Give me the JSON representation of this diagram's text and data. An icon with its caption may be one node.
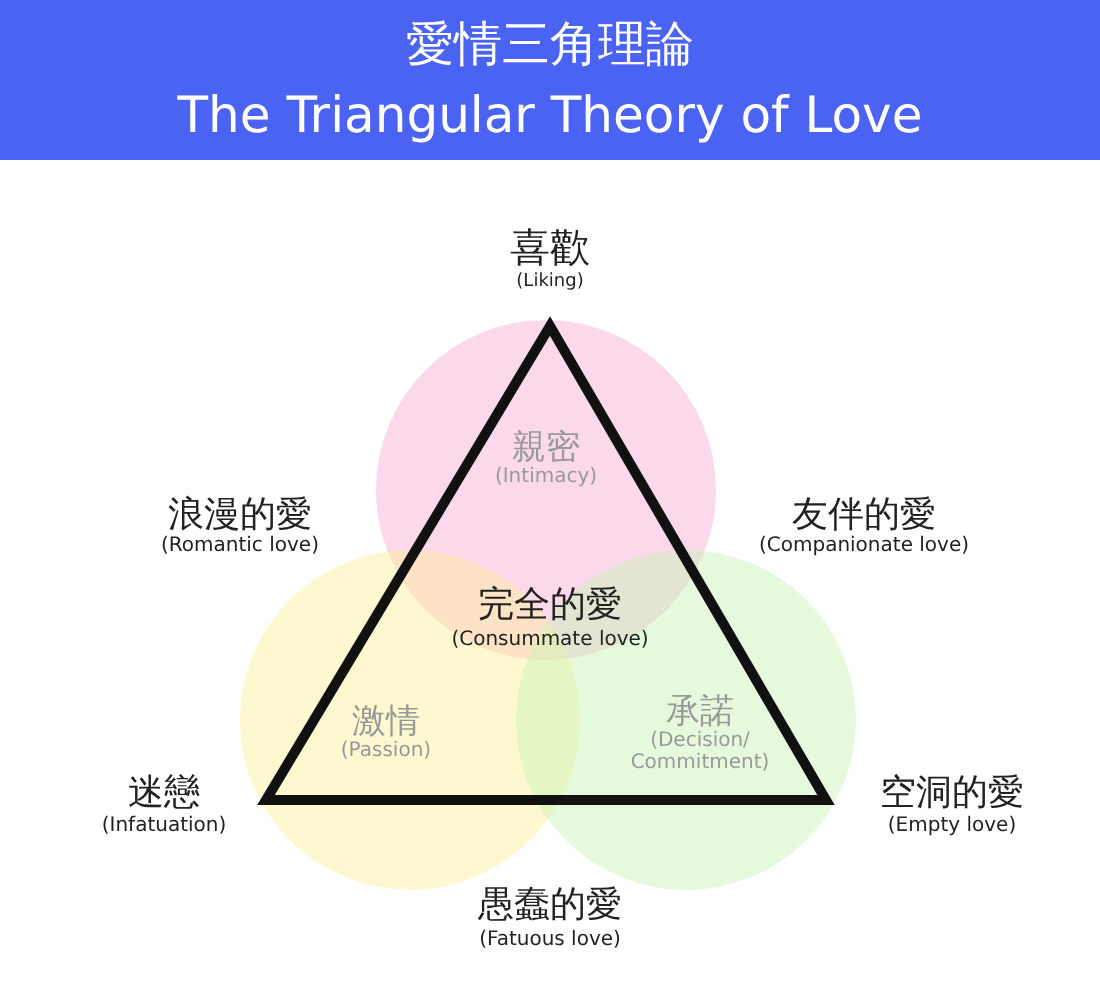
{
  "diagram": {
    "title": "愛情三角理論",
    "nodes": [
      {
        "text": [
          "親密",
          "(Intimacy)"
        ]
      },
      {
        "text": [
          "激情",
          "(Passion)"
        ]
      },
      {
        "text": [
          "承諾",
          "(Decision/ Commitment)"
        ]
      }
    ],
    "edges": [],
    "labels": [
      "The Triangular Theory of Love",
      "喜歡",
      "(Liking)",
      "浪漫的愛",
      "(Romantic love)",
      "友伴的愛",
      "(Companionate love)",
      "完全的愛",
      "(Consummate love)",
      "迷戀",
      "(Infatuation)",
      "空洞的愛",
      "(Empty love)",
      "愚蠢的愛",
      "(Fatuous love)"
    ]
  }
}
